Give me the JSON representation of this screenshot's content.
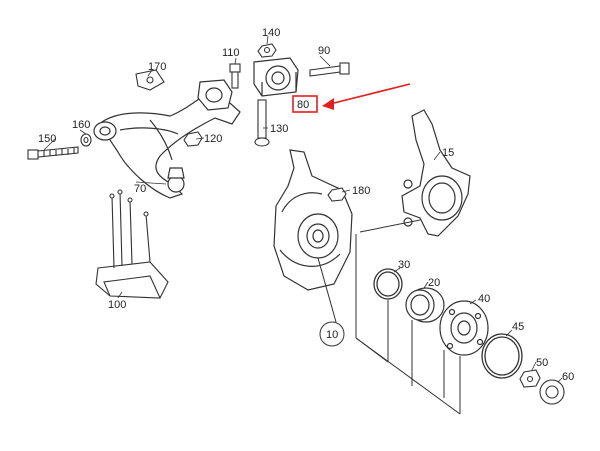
{
  "callouts": {
    "p10": "10",
    "p15": "15",
    "p20": "20",
    "p30": "30",
    "p40": "40",
    "p45": "45",
    "p50": "50",
    "p60": "60",
    "p70": "70",
    "p80": "80",
    "p90": "90",
    "p100": "100",
    "p110": "110",
    "p120": "120",
    "p130": "130",
    "p140": "140",
    "p150": "150",
    "p160": "160",
    "p170": "170",
    "p180": "180"
  },
  "highlight": {
    "part": "80",
    "color": "#e02020"
  }
}
